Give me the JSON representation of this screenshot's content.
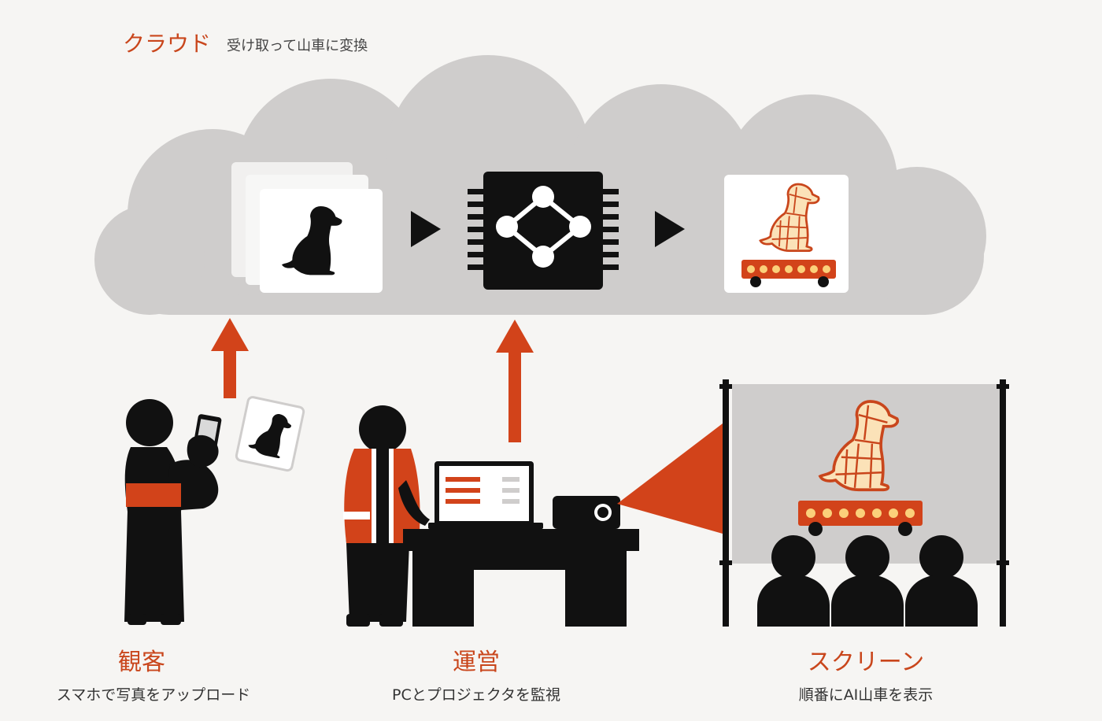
{
  "header": {
    "title": "クラウド",
    "subtitle": "受け取って山車に変換"
  },
  "colors": {
    "accent": "#d2431a",
    "cloud": "#cfcdcc",
    "ink": "#111111",
    "background": "#f6f5f3",
    "lantern": "#f6b04a"
  },
  "pipeline": {
    "steps": [
      {
        "icon": "photo-stack-dog-icon"
      },
      {
        "icon": "ai-chip-network-icon"
      },
      {
        "icon": "dashi-float-dog-icon"
      }
    ],
    "connector_icon": "play-arrow-icon"
  },
  "actors": [
    {
      "title": "観客",
      "description": "スマホで写真をアップロード",
      "icon": "audience-person-phone-icon"
    },
    {
      "title": "運営",
      "description": "PCとプロジェクタを監視",
      "icon": "operator-laptop-projector-icon"
    },
    {
      "title": "スクリーン",
      "description": "順番にAI山車を表示",
      "icon": "screen-audience-icon"
    }
  ]
}
